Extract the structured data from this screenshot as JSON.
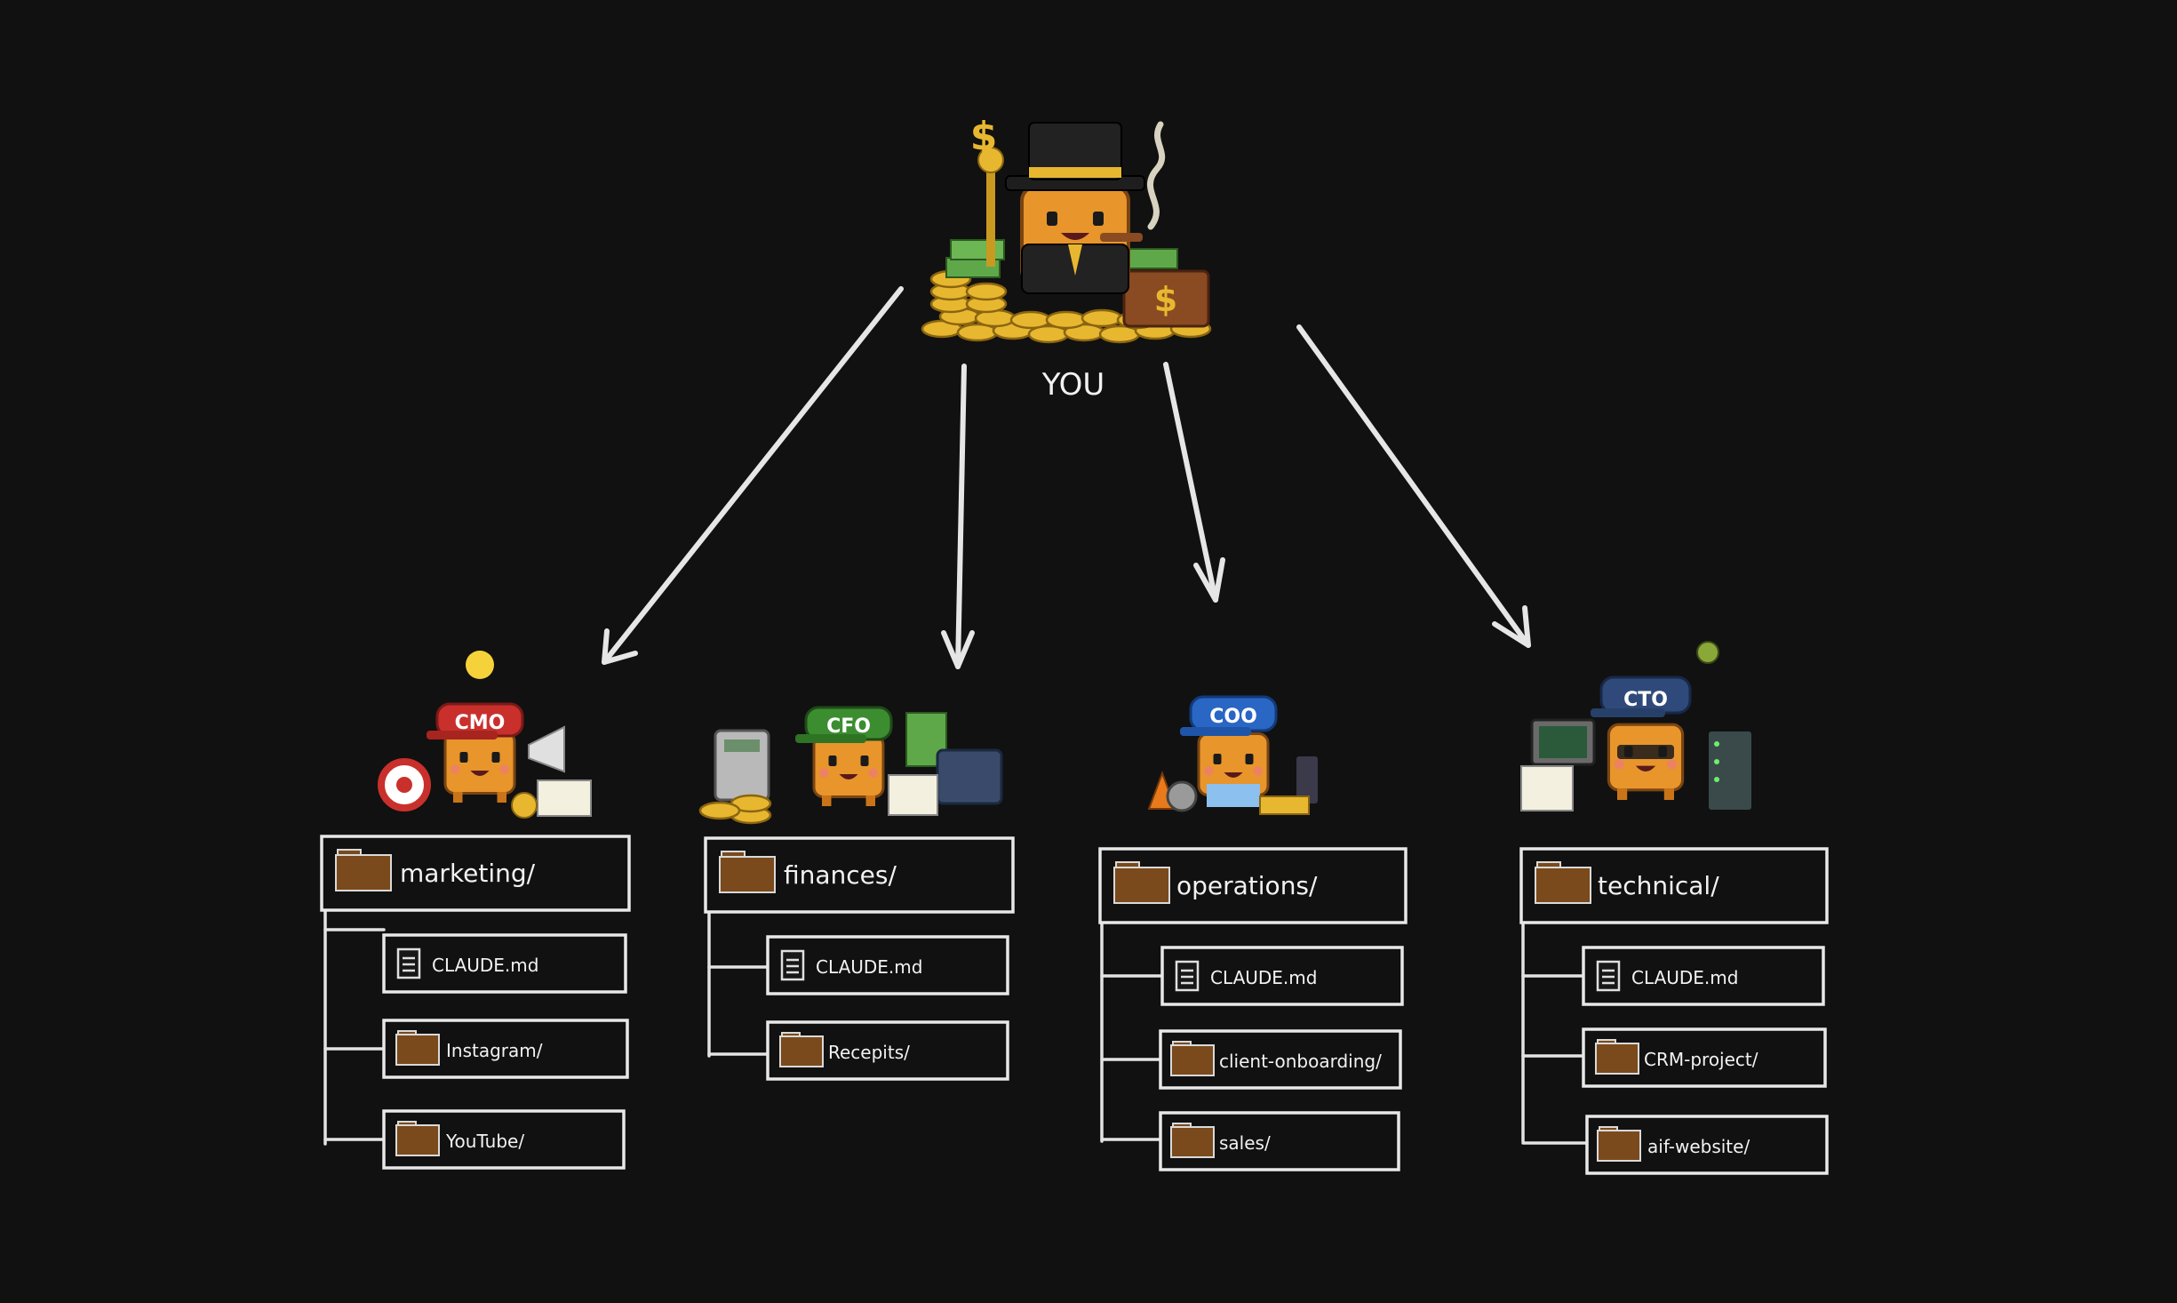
{
  "root": {
    "label": "YOU"
  },
  "departments": [
    {
      "role": "CMO",
      "cap_color": "#c9302c",
      "folder": "marketing/",
      "children": [
        {
          "name": "CLAUDE.md",
          "icon": "document-icon"
        },
        {
          "name": "Instagram/",
          "icon": "folder-icon"
        },
        {
          "name": "YouTube/",
          "icon": "folder-icon"
        }
      ]
    },
    {
      "role": "CFO",
      "cap_color": "#3c8d2f",
      "folder": "finances/",
      "children": [
        {
          "name": "CLAUDE.md",
          "icon": "document-icon"
        },
        {
          "name": "Recepits/",
          "icon": "folder-icon"
        }
      ]
    },
    {
      "role": "COO",
      "cap_color": "#2a66c4",
      "folder": "operations/",
      "children": [
        {
          "name": "CLAUDE.md",
          "icon": "document-icon"
        },
        {
          "name": "client-onboarding/",
          "icon": "folder-icon"
        },
        {
          "name": "sales/",
          "icon": "folder-icon"
        }
      ]
    },
    {
      "role": "CTO",
      "cap_color": "#2f4a7a",
      "folder": "technical/",
      "children": [
        {
          "name": "CLAUDE.md",
          "icon": "document-icon"
        },
        {
          "name": "CRM-project/",
          "icon": "folder-icon"
        },
        {
          "name": "aif-website/",
          "icon": "folder-icon"
        }
      ]
    }
  ],
  "colors": {
    "background": "#111111",
    "folder": "#7a4a1c",
    "mascot": "#e8952c",
    "gold": "#e8b730"
  }
}
